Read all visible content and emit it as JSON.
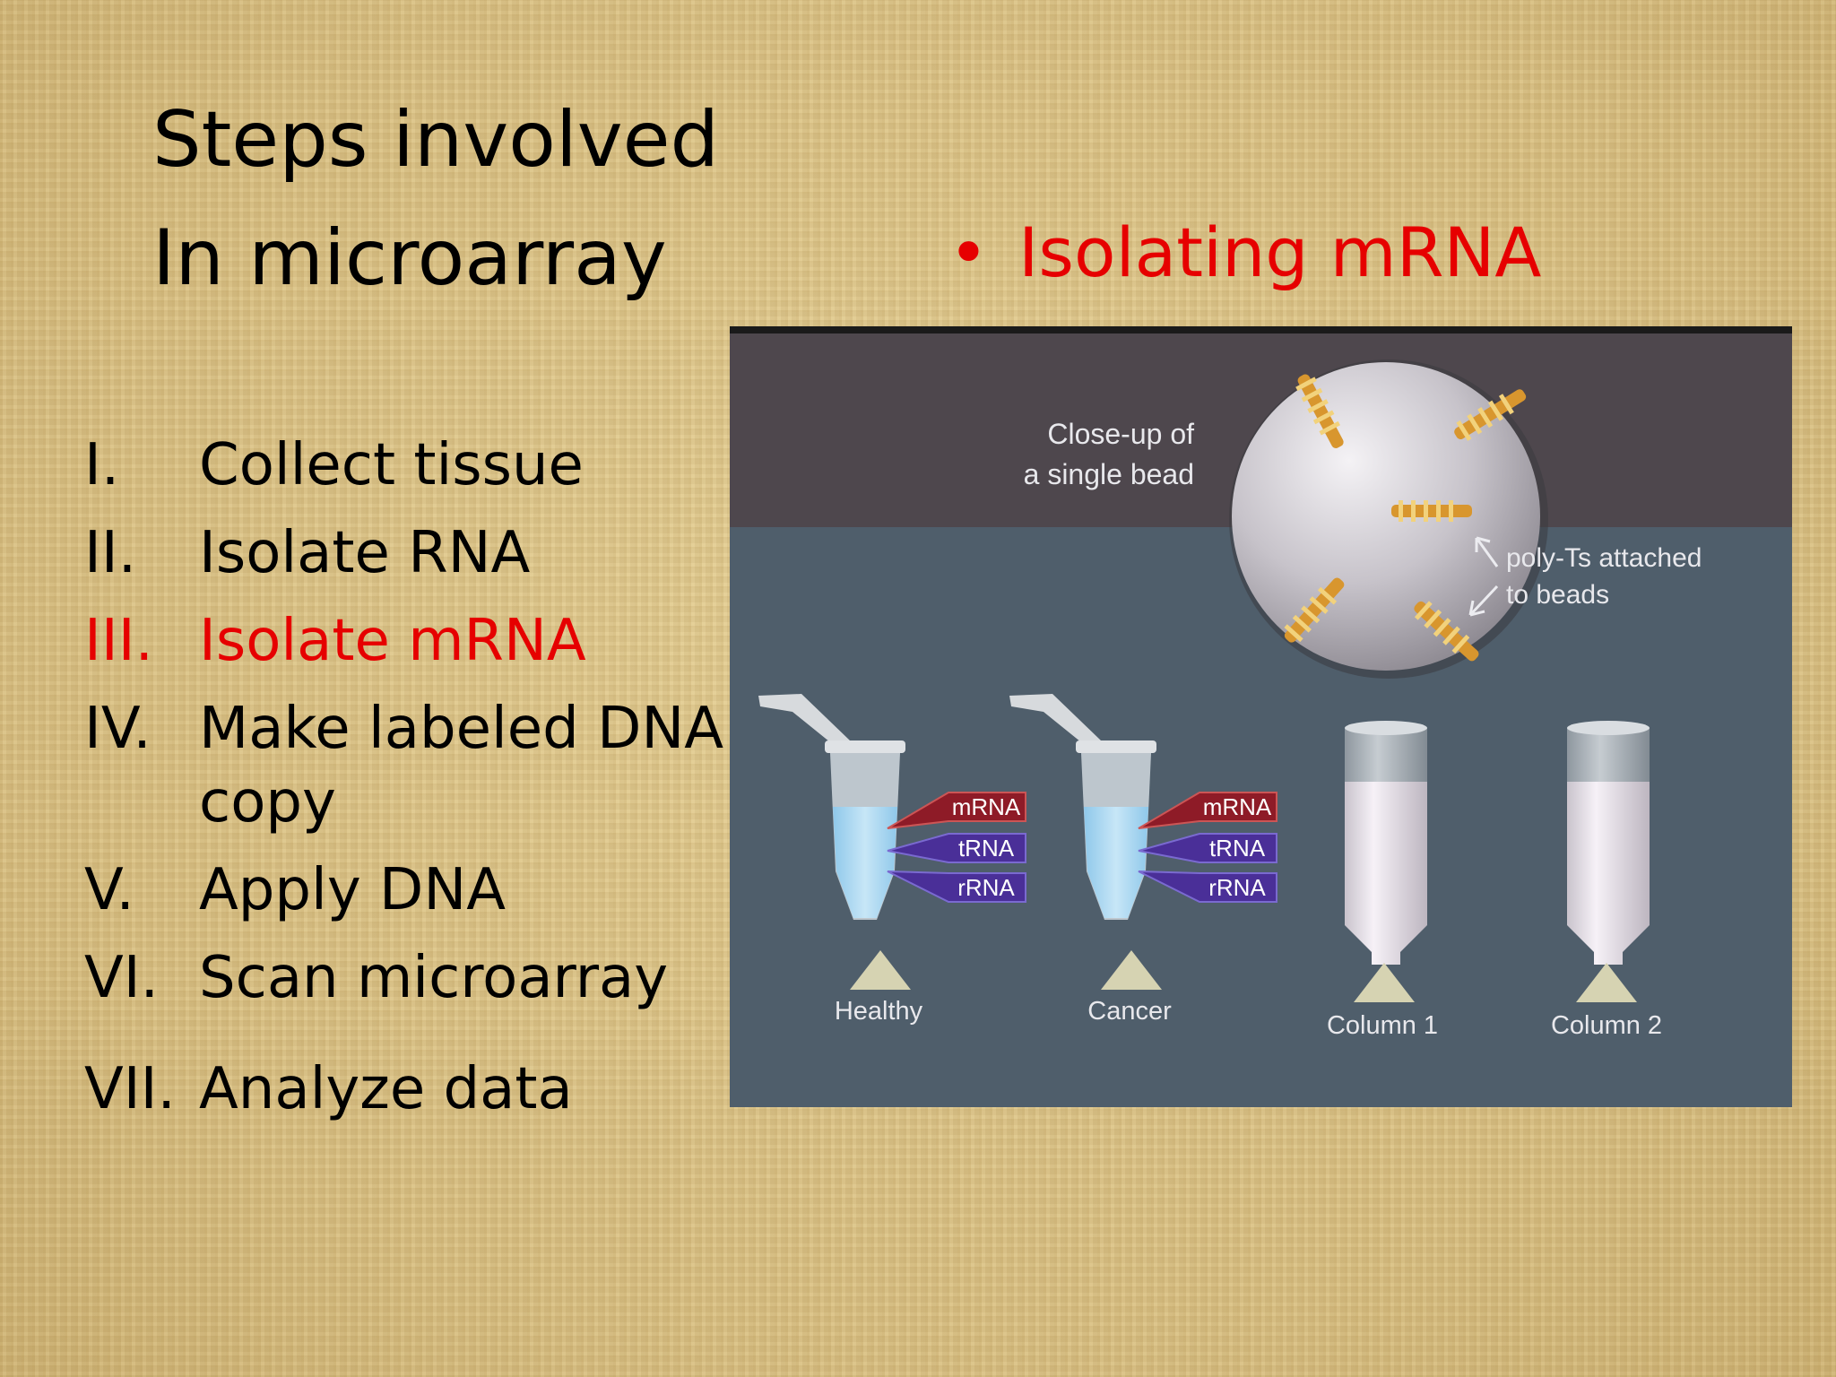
{
  "slide": {
    "title_line1": "Steps involved",
    "title_line2": "In microarray",
    "bullet_symbol": "•",
    "bullet_text": "Isolating mRNA"
  },
  "steps": [
    {
      "num": "I.",
      "text": "Collect tissue"
    },
    {
      "num": "II.",
      "text": "Isolate RNA"
    },
    {
      "num": "III.",
      "text": "Isolate mRNA"
    },
    {
      "num": "IV.",
      "text_line1": "Make labeled DNA",
      "text_line2": "copy"
    },
    {
      "num": "V.",
      "text": "Apply DNA"
    },
    {
      "num": "VI.",
      "text": "Scan microarray"
    },
    {
      "num": "VII.",
      "text": "Analyze data"
    }
  ],
  "figure": {
    "bead_caption_line1": "Close-up of",
    "bead_caption_line2": "a single bead",
    "polyT_line1": "poly-Ts attached",
    "polyT_line2": "to beads",
    "tags": [
      "mRNA",
      "tRNA",
      "rRNA"
    ],
    "tube_labels": [
      "Healthy",
      "Cancer"
    ],
    "column_labels": [
      "Column 1",
      "Column 2"
    ],
    "colors": {
      "top_panel": "#4e474d",
      "bottom_panel": "#4f5e6b",
      "mrna_tag": "#8e1b27",
      "trna_tag": "#4a2f98",
      "rrna_tag": "#4a2f98",
      "highlight": "#e60000"
    }
  }
}
